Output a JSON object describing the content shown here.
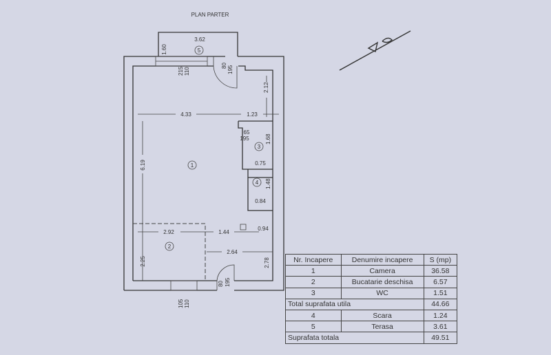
{
  "title": "PLAN PARTER",
  "dimensions": {
    "terrace_width": "3.62",
    "terrace_depth": "1.60",
    "window_top_w": "215",
    "window_top_h": "110",
    "door_top_w": "80",
    "door_top_h": "195",
    "right_top": "2.12",
    "width_main": "4.33",
    "width_right": "1.23",
    "height_main": "6.19",
    "wc_door_w": "65",
    "wc_door_h": "195",
    "wc_h": "1.68",
    "wc_w": "0.75",
    "stair_h": "1.48",
    "stair_w": "0.84",
    "kitchen_w": "2.92",
    "mid_w": "1.44",
    "right_w": "0.94",
    "bottom_w": "2.64",
    "kitchen_h": "2.25",
    "bottom_right_h": "2.78",
    "door_bottom_w": "80",
    "door_bottom_h": "195",
    "window_bottom_w": "105",
    "window_bottom_h": "110"
  },
  "room_markers": [
    "1",
    "2",
    "3",
    "4",
    "5"
  ],
  "table": {
    "headers": [
      "Nr. Incapere",
      "Denumire incapere",
      "S (mp)"
    ],
    "rows": [
      [
        "1",
        "Camera",
        "36.58"
      ],
      [
        "2",
        "Bucatarie deschisa",
        "6.57"
      ],
      [
        "3",
        "WC",
        "1.51"
      ]
    ],
    "subtotal": {
      "label": "Total suprafata utila",
      "value": "44.66"
    },
    "rows2": [
      [
        "4",
        "Scara",
        "1.24"
      ],
      [
        "5",
        "Terasa",
        "3.61"
      ]
    ],
    "total": {
      "label": "Suprafata totala",
      "value": "49.51"
    }
  }
}
